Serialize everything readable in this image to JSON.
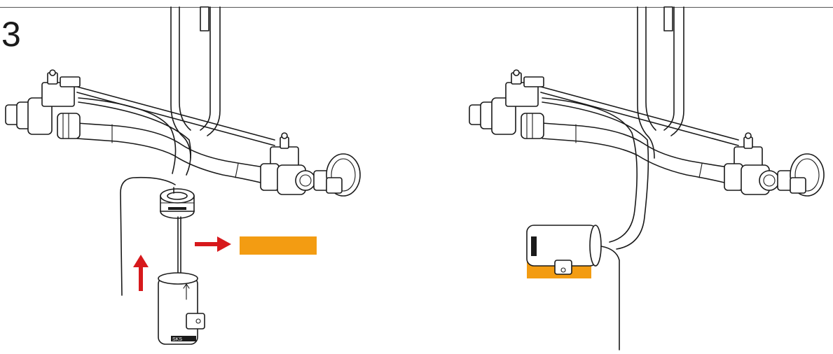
{
  "step": {
    "number": "3"
  },
  "colors": {
    "tape": "#F39C12",
    "arrow": "#D7191C",
    "line": "#1A1A1A"
  },
  "panels": [
    {
      "id": "left",
      "state": "sensor-being-inserted"
    },
    {
      "id": "right",
      "state": "sensor-mounted-with-tape"
    }
  ],
  "device": {
    "brand_mark": "SKS"
  }
}
